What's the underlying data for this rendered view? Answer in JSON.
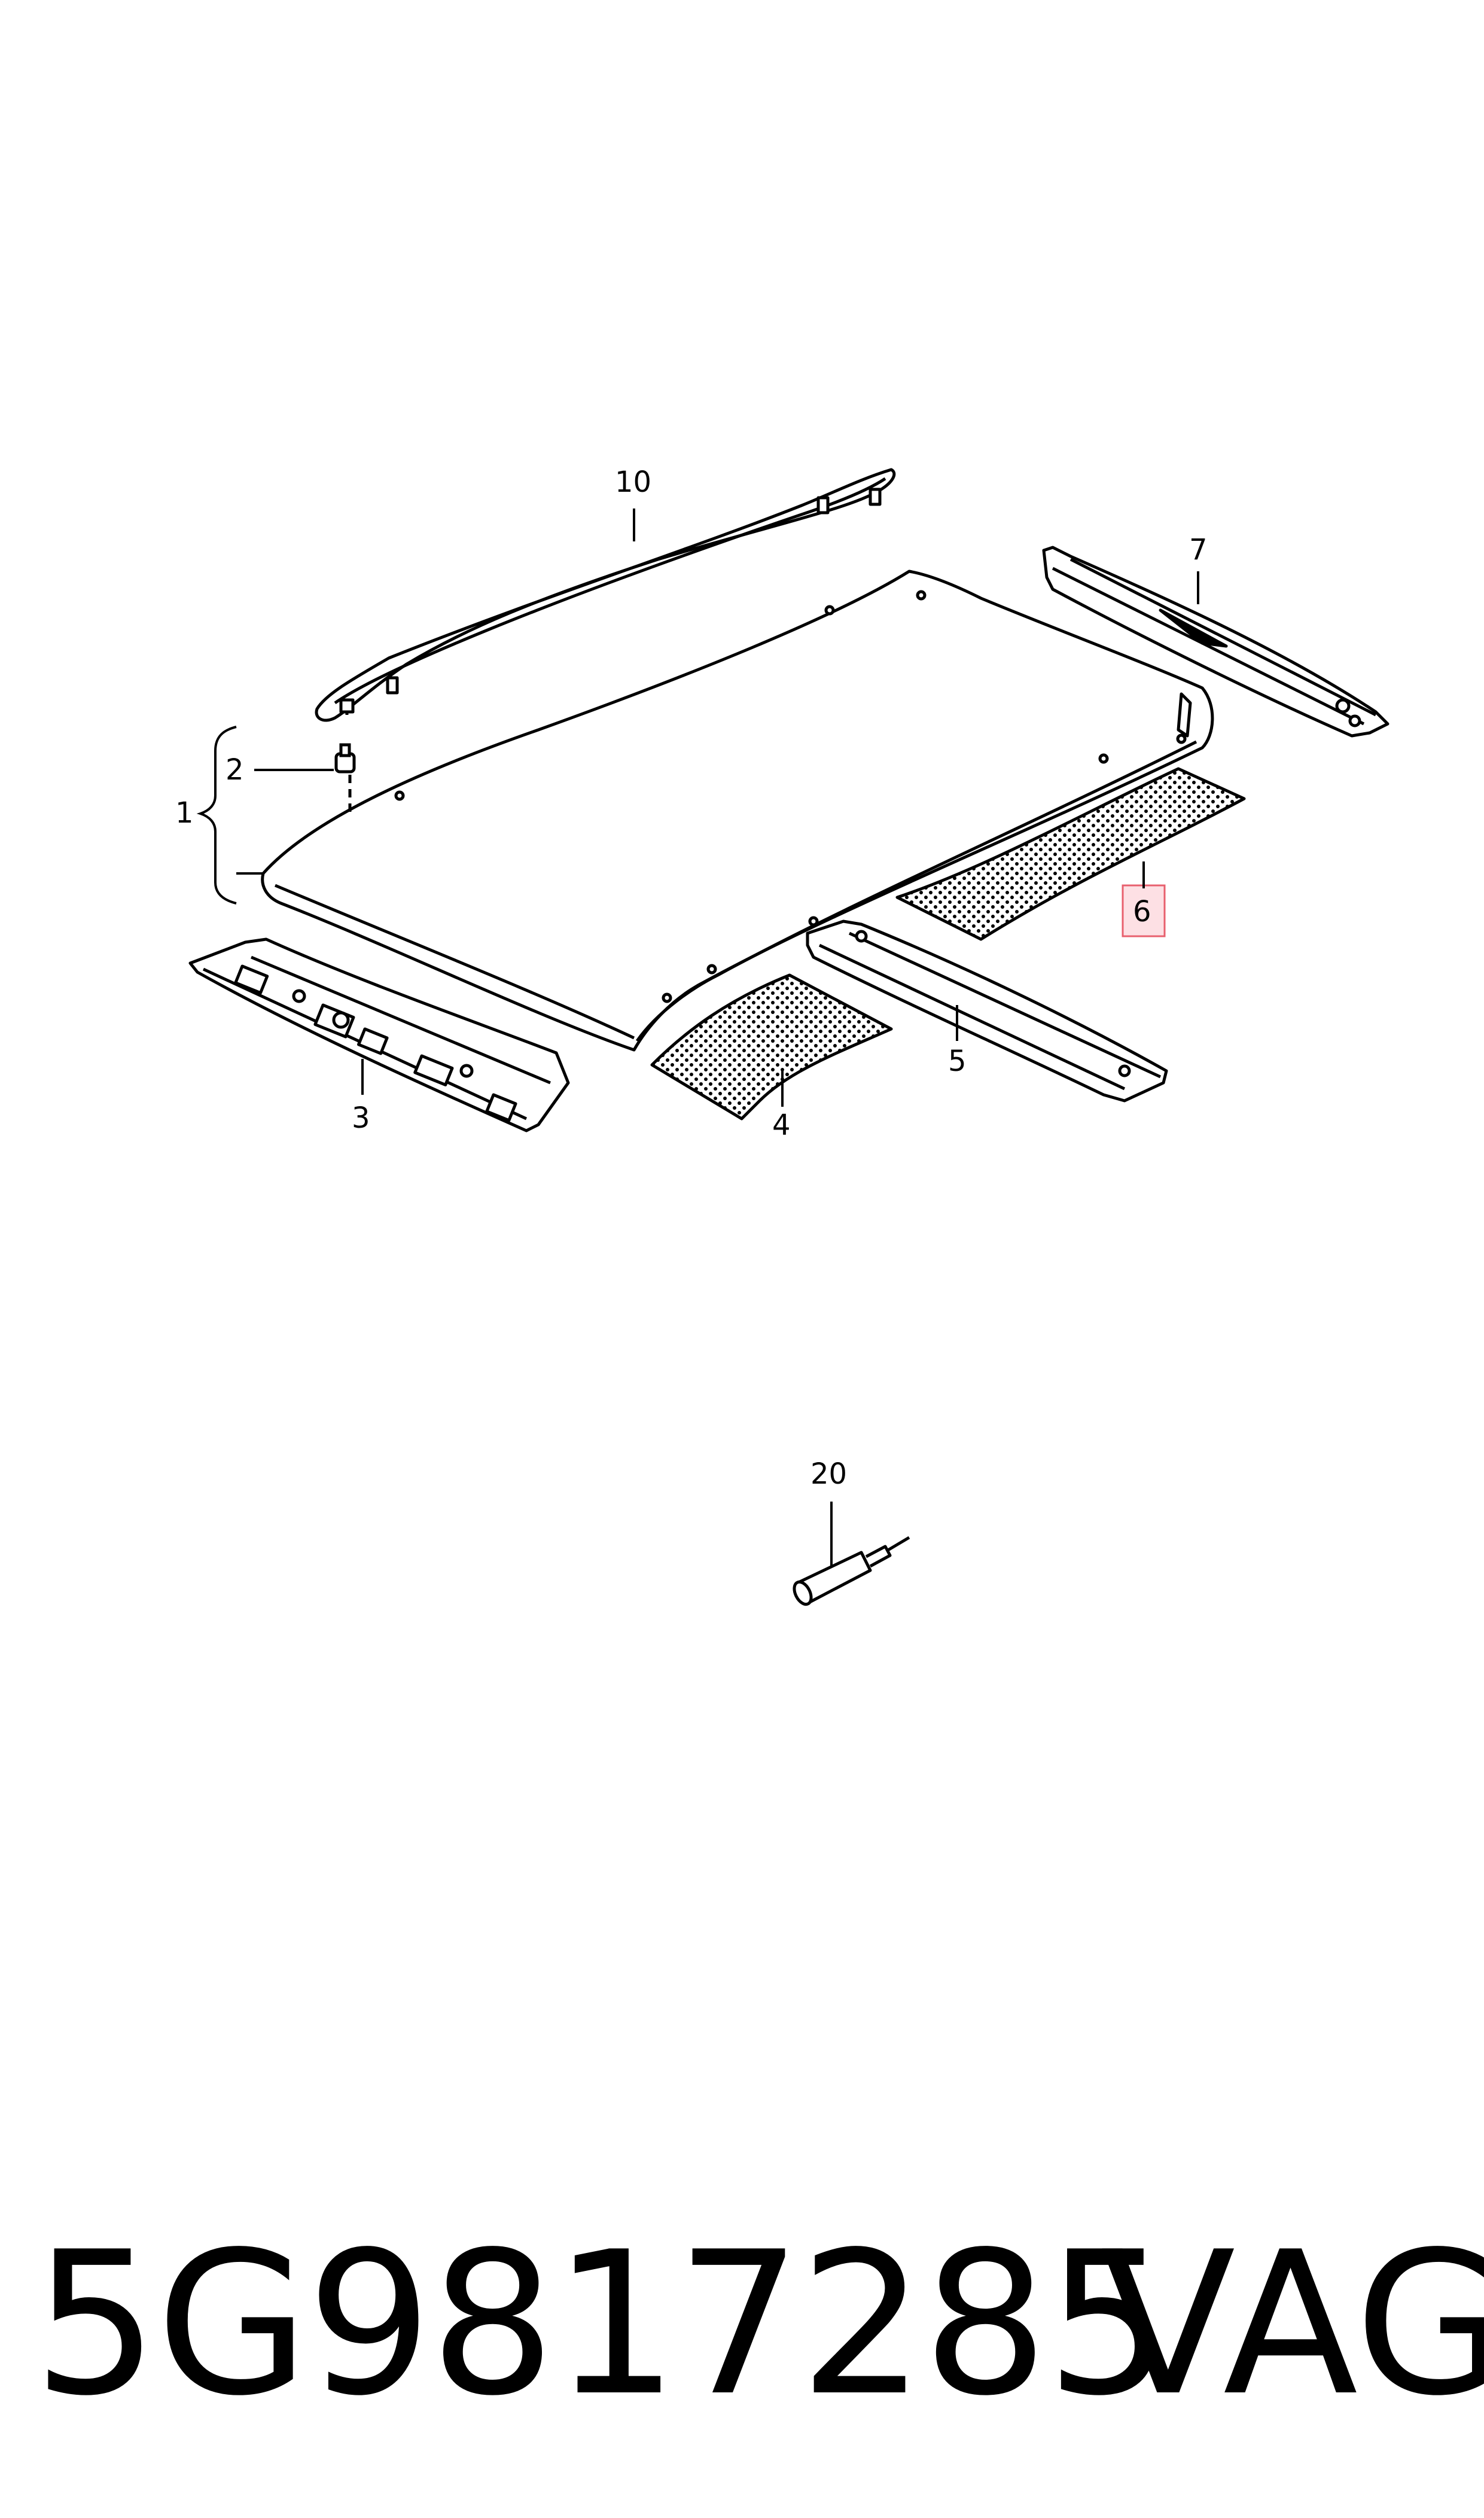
{
  "callouts": {
    "c1": "1",
    "c2": "2",
    "c3": "3",
    "c4": "4",
    "c5": "5",
    "c6": "6",
    "c7": "7",
    "c10": "10",
    "c20": "20"
  },
  "footer": {
    "part_number": "5G9817285",
    "brand": "VAG"
  },
  "colors": {
    "highlight_fill": "#fde0e4",
    "highlight_stroke": "#e8606e",
    "line": "#000000"
  }
}
